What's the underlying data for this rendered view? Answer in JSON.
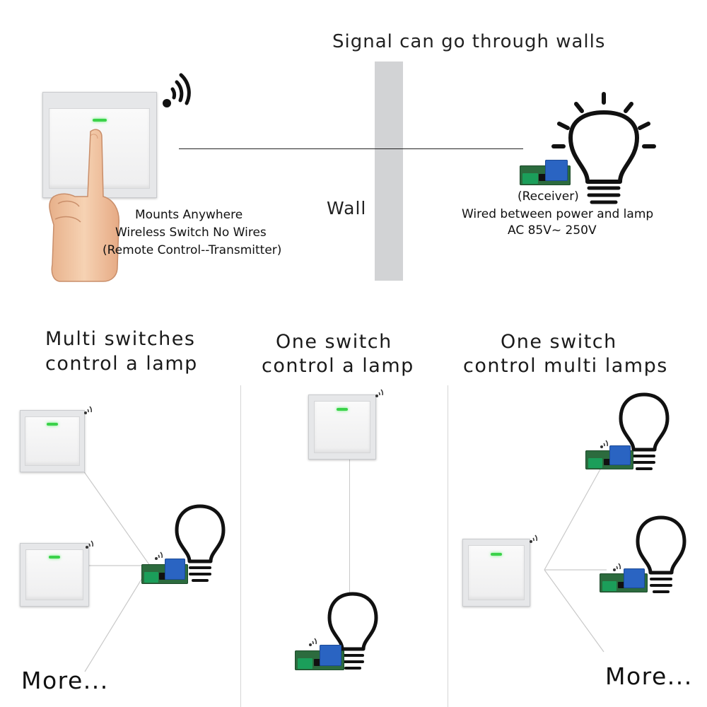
{
  "header": {
    "signal_text": "Signal can go through walls",
    "wall_label": "Wall"
  },
  "transmitter": {
    "caption_line1": "Mounts Anywhere",
    "caption_line2": "Wireless Switch No Wires",
    "caption_line3": "(Remote Control--Transmitter)"
  },
  "receiver": {
    "caption_line1": "(Receiver)",
    "caption_line2": "Wired between power and lamp",
    "caption_line3": "AC 85V~ 250V"
  },
  "sections": [
    {
      "title_line1": "Multi switches",
      "title_line2": "control a lamp",
      "more": "More..."
    },
    {
      "title_line1": "One switch",
      "title_line2": "control a lamp"
    },
    {
      "title_line1": "One switch",
      "title_line2": "control multi lamps",
      "more": "More..."
    }
  ],
  "colors": {
    "led": "#3bd24a",
    "relay": "#2a64c2",
    "pcb": "#2c6b3e",
    "wall": "#d2d3d5",
    "skin": "#f2c7a4"
  },
  "icons": [
    "wifi-signal-icon",
    "light-bulb-icon",
    "hand-finger-icon"
  ]
}
